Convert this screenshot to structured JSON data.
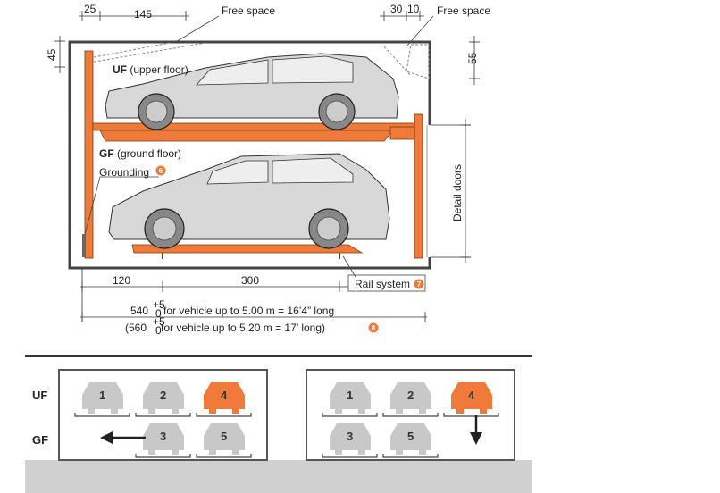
{
  "dimensions": {
    "top_left_a": "25",
    "top_left_b": "145",
    "top_right_a": "30",
    "top_right_b": "10",
    "left_height": "45",
    "right_height": "55",
    "bottom_a": "120",
    "bottom_b": "300"
  },
  "labels": {
    "free_space_left": "Free space",
    "free_space_right": "Free space",
    "upper_floor": "UF",
    "upper_floor_desc": " (upper floor)",
    "ground_floor": "GF",
    "ground_floor_desc": " (ground floor)",
    "grounding": "Grounding",
    "grounding_badge": "6",
    "detail_doors": "Detail doors",
    "rail_system": "Rail system",
    "rail_badge": "7"
  },
  "length": {
    "line1_prefix": "540",
    "line1_tol_plus": "+5",
    "line1_tol_zero": "0",
    "line1_text": "for vehicle up to 5.00 m = 16’4” long",
    "line2_prefix": "(560",
    "line2_tol_plus": "+5",
    "line2_tol_zero": "0",
    "line2_text": " for vehicle up to 5.20 m = 17’ long)",
    "line2_badge": "8"
  },
  "schematic": {
    "row_uf": "UF",
    "row_gf": "GF",
    "left_panel": {
      "uf": [
        "1",
        "2",
        "4"
      ],
      "gf": [
        "3",
        "5"
      ]
    },
    "right_panel": {
      "uf": [
        "1",
        "2",
        "4"
      ],
      "gf": [
        "3",
        "5"
      ]
    }
  },
  "colors": {
    "accent": "#f07a3a",
    "car_grey": "#c8c8c8",
    "structure": "#444444"
  }
}
